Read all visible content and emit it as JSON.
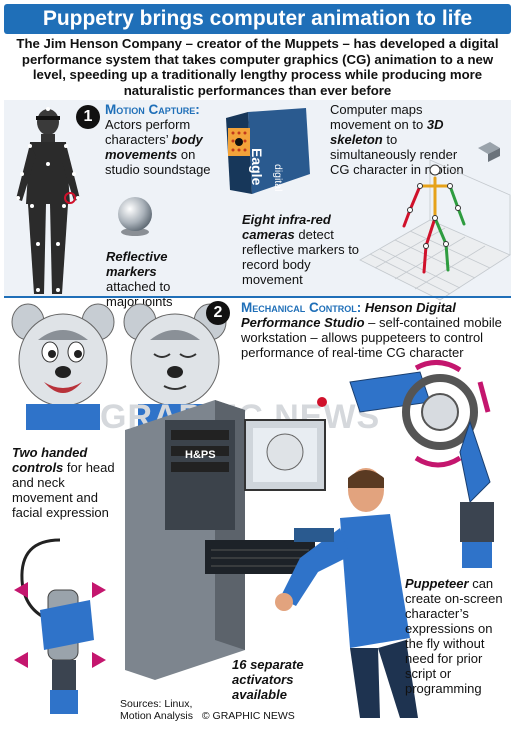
{
  "header": {
    "title": "Puppetry brings computer animation to life",
    "intro": "The Jim Henson Company – creator of the Muppets – has developed a digital performance system that takes computer graphics (CG) animation to a new level, speeding up a traditionally lengthy process while producing more naturalistic performances than ever before"
  },
  "colors": {
    "accent": "#1f6fb8",
    "title_bg": "#1f6fb8",
    "panel_bg": "#eef2f7",
    "marker_red": "#d0112b"
  },
  "motion_capture": {
    "number": "1",
    "heading": "Motion Capture:",
    "text_1": "Actors perform characters’",
    "text_emph": "body movements",
    "text_2": "on studio soundstage"
  },
  "markers": {
    "heading": "Reflective markers",
    "text": "attached to major joints"
  },
  "camera": {
    "brand": "Eagle",
    "sub": "digital",
    "heading": "Eight infra-red cameras",
    "text": "detect reflective markers to record body movement"
  },
  "skeleton": {
    "text_1": "Computer maps movement on to",
    "text_emph": "3D skeleton",
    "text_2": "to simultaneously render CG character in motion"
  },
  "mechanical": {
    "number": "2",
    "heading": "Mechanical Control:",
    "emph": "Henson Digital Performance Studio",
    "text": "– self-contained mobile workstation – allows puppeteers to control performance of real-time CG character"
  },
  "controls": {
    "heading": "Two handed controls",
    "text": "for head and neck movement and facial expression"
  },
  "puppeteer": {
    "heading": "Puppeteer",
    "text": "can create on-screen character’s expressions on the fly without need for prior script or programming"
  },
  "activators": {
    "heading": "16 separate activators available"
  },
  "workstation": {
    "label": "H&PS"
  },
  "watermark": "GRAPHIC NEWS",
  "footer": {
    "sources_1": "Sources: Linux,",
    "sources_2": "Motion Analysis",
    "credit": "© GRAPHIC NEWS"
  }
}
